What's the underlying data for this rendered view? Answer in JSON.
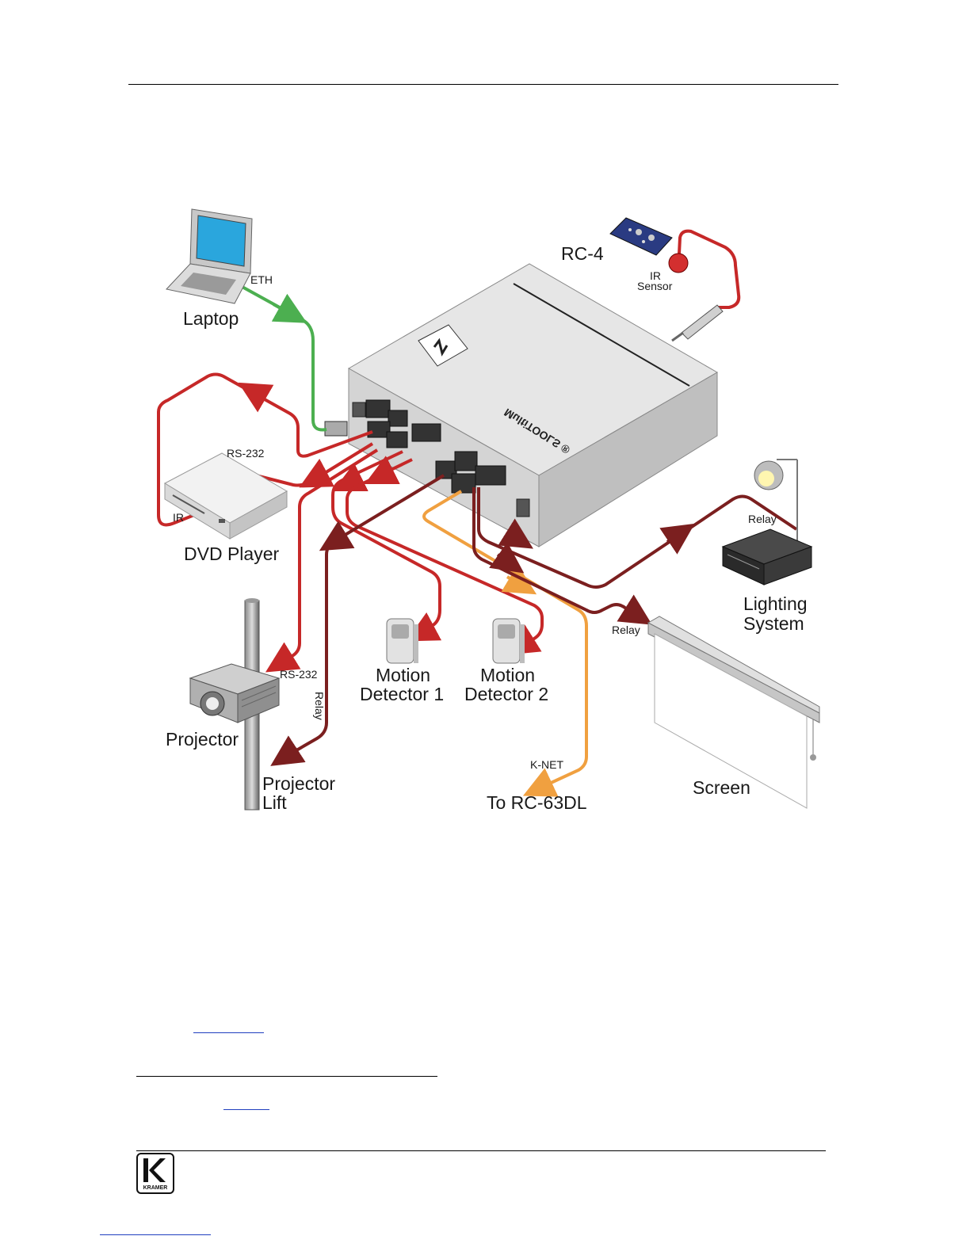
{
  "diagram": {
    "devices": {
      "laptop": "Laptop",
      "dvd_player": "DVD Player",
      "projector": "Projector",
      "projector_lift": [
        "Projector",
        "Lift"
      ],
      "motion_detector_1": [
        "Motion",
        "Detector 1"
      ],
      "motion_detector_2": [
        "Motion",
        "Detector 2"
      ],
      "lighting_system": [
        "Lighting",
        "System"
      ],
      "screen": "Screen",
      "rc4": "RC-4",
      "ir_sensor": [
        "IR",
        "Sensor"
      ],
      "rc63dl": "To RC-63DL",
      "unit_brand": "MultiTOOLS ®"
    },
    "connections": {
      "eth": "ETH",
      "dvd_rs232": "RS-232",
      "dvd_ir": "IR",
      "projector_rs232": "RS-232",
      "lift_relay": "Relay",
      "screen_relay": "Relay",
      "lighting_relay": "Relay",
      "knet": "K-NET"
    },
    "colors": {
      "ethernet": "#4caf50",
      "rs232_ir": "#c62828",
      "relay": "#7b1f1f",
      "knet": "#f0a040"
    }
  },
  "footer": {
    "logo_text": "KRAMER"
  }
}
